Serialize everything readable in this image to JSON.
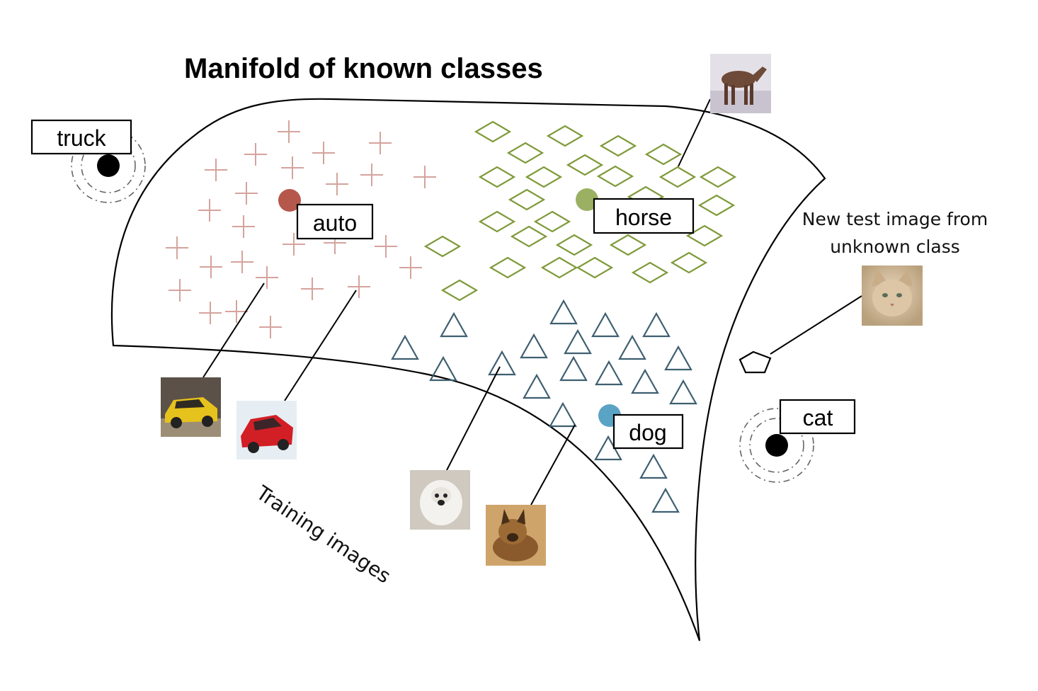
{
  "title": "Manifold of known classes",
  "colors": {
    "auto": "#b5574b",
    "horse": "#9cb063",
    "dog": "#5ba3c4",
    "unknown": "#000000",
    "auto_marker": "#d5a39d",
    "horse_marker": "#7f9a3a",
    "dog_marker": "#3e5f70"
  },
  "classes": {
    "auto": {
      "label": "auto",
      "marker": "plus"
    },
    "horse": {
      "label": "horse",
      "marker": "diamond"
    },
    "dog": {
      "label": "dog",
      "marker": "triangle"
    }
  },
  "unknown_classes": {
    "truck": {
      "label": "truck"
    },
    "cat": {
      "label": "cat"
    }
  },
  "test_note": [
    "New test image from",
    "unknown class"
  ],
  "training_label": "Training images",
  "thumbnails": [
    {
      "name": "horse-thumbnail",
      "depicts": "horse"
    },
    {
      "name": "yellow-car-thumbnail",
      "depicts": "yellow car"
    },
    {
      "name": "red-car-thumbnail",
      "depicts": "red car"
    },
    {
      "name": "white-dog-thumbnail",
      "depicts": "white dog"
    },
    {
      "name": "brown-dog-thumbnail",
      "depicts": "brown dog"
    },
    {
      "name": "cat-thumbnail",
      "depicts": "cat"
    }
  ]
}
